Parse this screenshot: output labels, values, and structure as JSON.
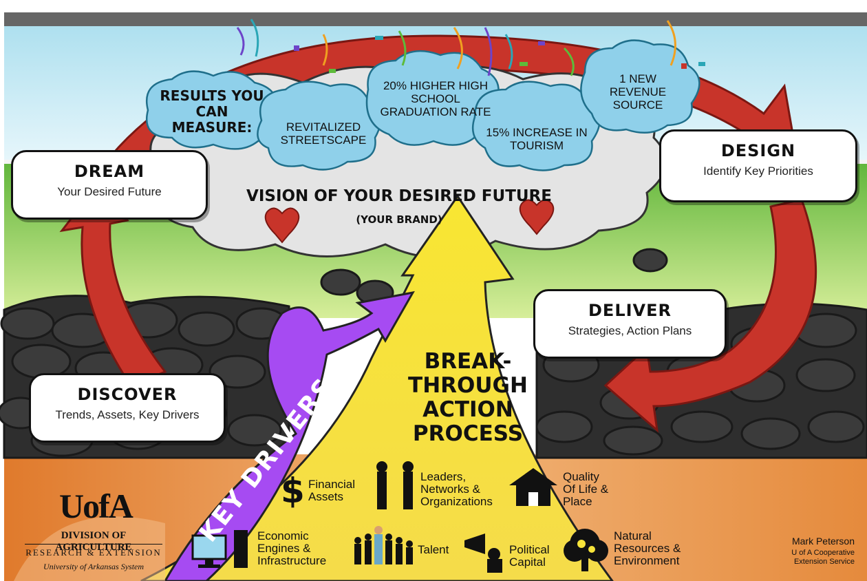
{
  "clouds": {
    "heading": "RESULTS YOU CAN MEASURE:",
    "items": [
      "REVITALIZED STREETSCAPE",
      "20% HIGHER HIGH SCHOOL GRADUATION RATE",
      "15% INCREASE IN TOURISM",
      "1 NEW REVENUE SOURCE"
    ]
  },
  "vision": {
    "title": "VISION OF YOUR DESIRED FUTURE",
    "subtitle": "(YOUR BRAND)"
  },
  "stages": {
    "dream": {
      "title": "DREAM",
      "sub": "Your Desired Future"
    },
    "design": {
      "title": "DESIGN",
      "sub": "Identify Key Priorities"
    },
    "deliver": {
      "title": "DELIVER",
      "sub": "Strategies, Action Plans"
    },
    "discover": {
      "title": "DISCOVER",
      "sub": "Trends, Assets, Key Drivers"
    }
  },
  "center": {
    "l1": "BREAK-",
    "l2": "THROUGH",
    "l3": "ACTION",
    "l4": "PROCESS"
  },
  "ribbon": "KEY DRIVERS",
  "drivers": {
    "financial": "Financial Assets",
    "leaders": "Leaders, Networks & Organizations",
    "quality": "Quality Of Life & Place",
    "economic": "Economic Engines & Infrastructure",
    "talent": "Talent",
    "political": "Political Capital",
    "natural": "Natural Resources & Environment"
  },
  "logo": {
    "mark": "UofA",
    "division": "DIVISION OF AGRICULTURE",
    "research": "RESEARCH & EXTENSION",
    "system": "University of Arkansas System"
  },
  "credit": {
    "name": "Mark Peterson",
    "org": "U of A Cooperative Extension Service"
  },
  "colors": {
    "sky": "#8fd3ea",
    "grass": "#6fbf44",
    "arrow_red": "#c8342a",
    "cloud_blue": "#8fd0ea",
    "cloud_gray": "#e6e6e6",
    "arrow_yellow": "#f7e43a",
    "ribbon_purple": "#a64bf2",
    "ground_orange": "#e58a3c"
  }
}
